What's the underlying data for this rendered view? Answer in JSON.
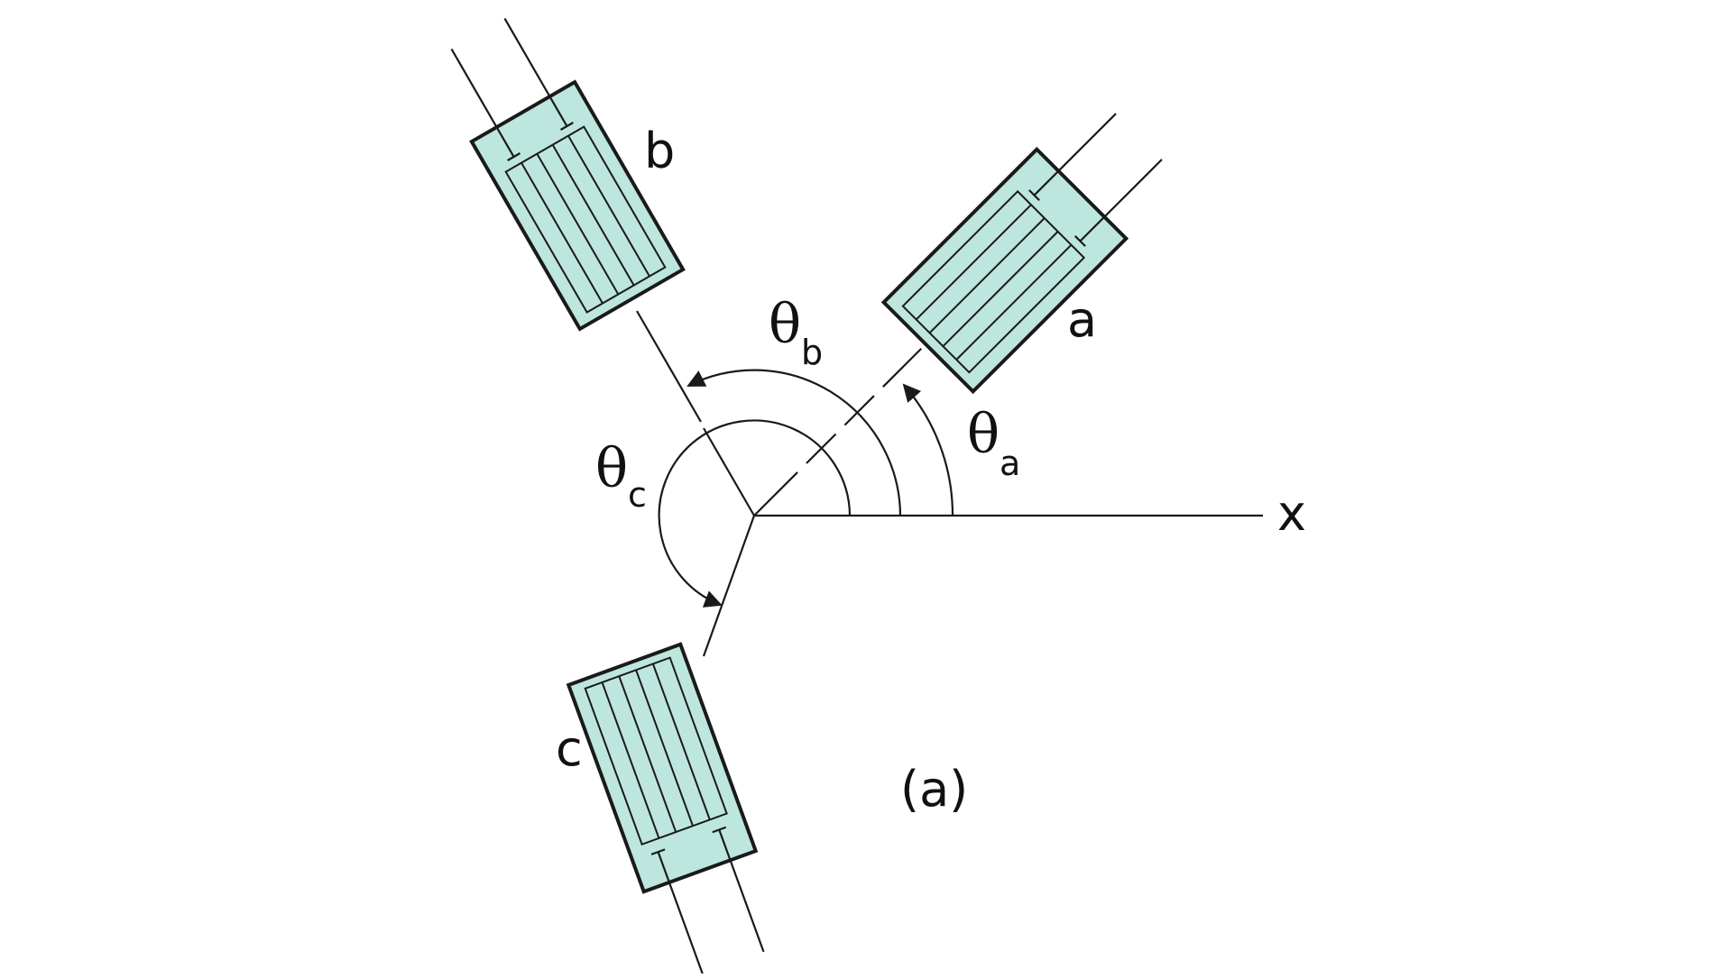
{
  "figure": {
    "caption": "(a)",
    "axis_label": "x",
    "theta_symbol": "θ",
    "gauges": [
      {
        "id": "a",
        "label": "a",
        "angle_sub": "a"
      },
      {
        "id": "b",
        "label": "b",
        "angle_sub": "b"
      },
      {
        "id": "c",
        "label": "c",
        "angle_sub": "c"
      }
    ],
    "colors": {
      "gauge_fill": "#bde6de",
      "stroke": "#1a1a1a",
      "text": "#111111",
      "background": "#ffffff"
    },
    "icons": [
      "arrowhead"
    ]
  }
}
